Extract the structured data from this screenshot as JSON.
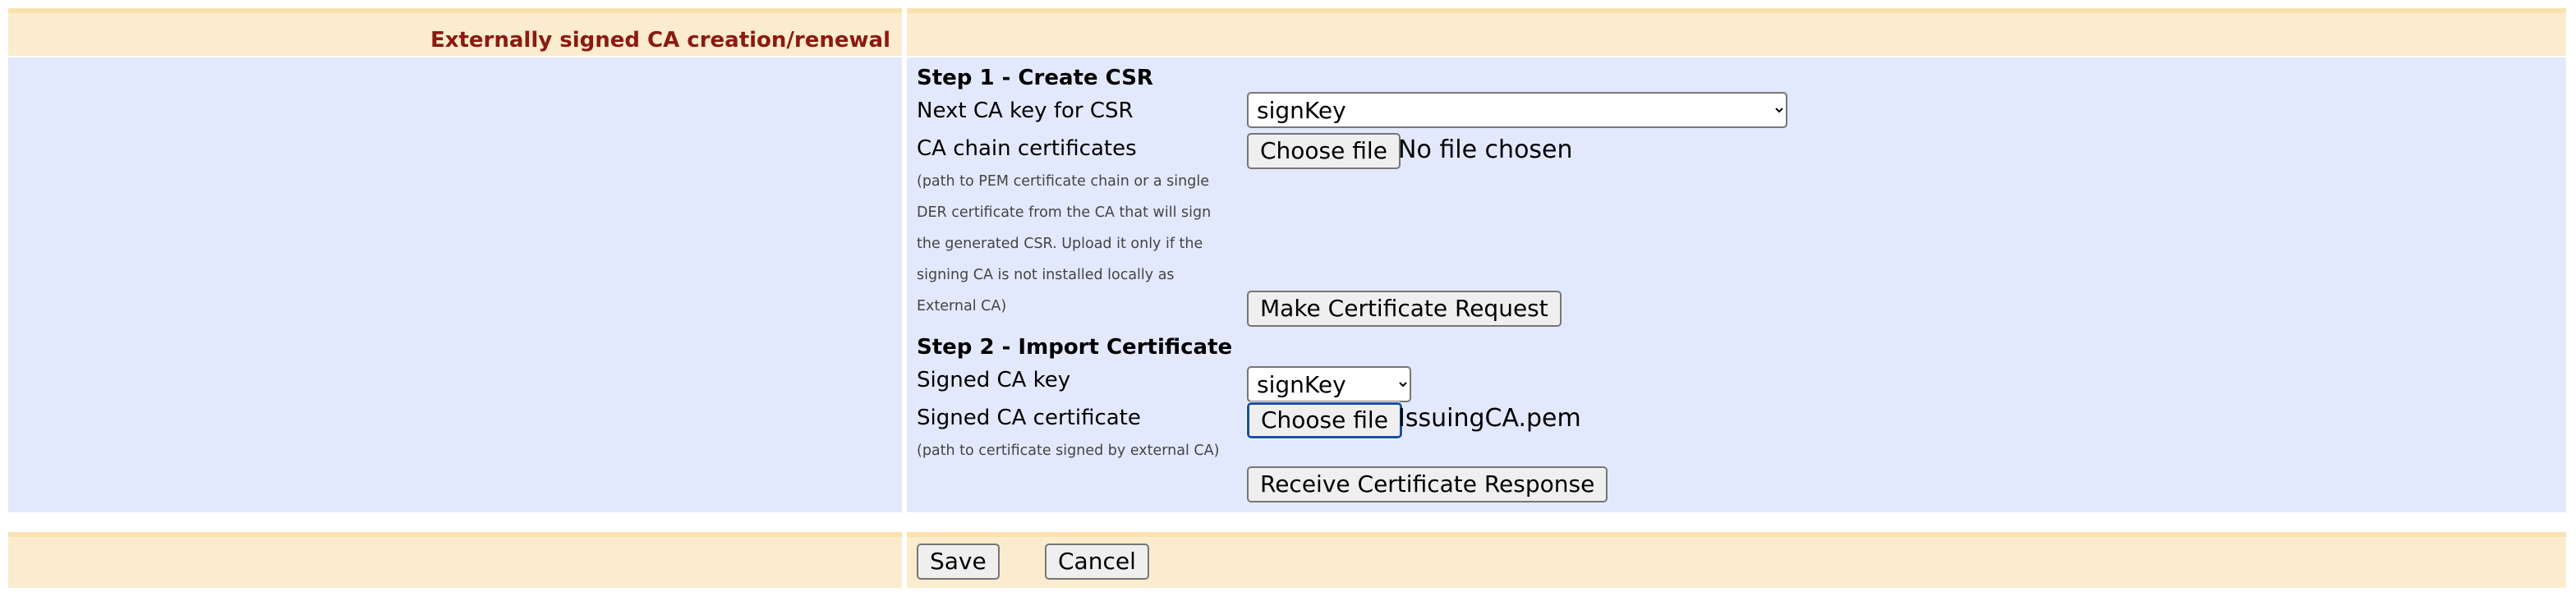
{
  "header": {
    "title": "Externally signed CA creation/renewal"
  },
  "step1": {
    "heading": "Step 1 - Create CSR",
    "next_key_label": "Next CA key for CSR",
    "next_key_value": "signKey",
    "chain_label": "CA chain certificates",
    "chain_help": "(path to PEM certificate chain or a single DER certificate from the CA that will sign the generated CSR. Upload it only if the signing CA is not installed locally as External CA)",
    "choose_file_label": "Choose file",
    "chain_file_status": "No file chosen",
    "make_request_label": "Make Certificate Request"
  },
  "step2": {
    "heading": "Step 2 - Import Certificate",
    "signed_key_label": "Signed CA key",
    "signed_key_value": "signKey",
    "signed_cert_label": "Signed CA certificate",
    "signed_cert_help": "(path to certificate signed by external CA)",
    "choose_file_label": "Choose file",
    "cert_file_name": "IssuingCA.pem",
    "receive_label": "Receive Certificate Response"
  },
  "footer": {
    "save_label": "Save",
    "cancel_label": "Cancel"
  },
  "colors": {
    "header_bg": "#fbeccd",
    "header_border": "#f9e1b0",
    "body_bg": "#e3e9fc",
    "title_color": "#8b1a10",
    "focus_ring": "#1a4ea8"
  }
}
